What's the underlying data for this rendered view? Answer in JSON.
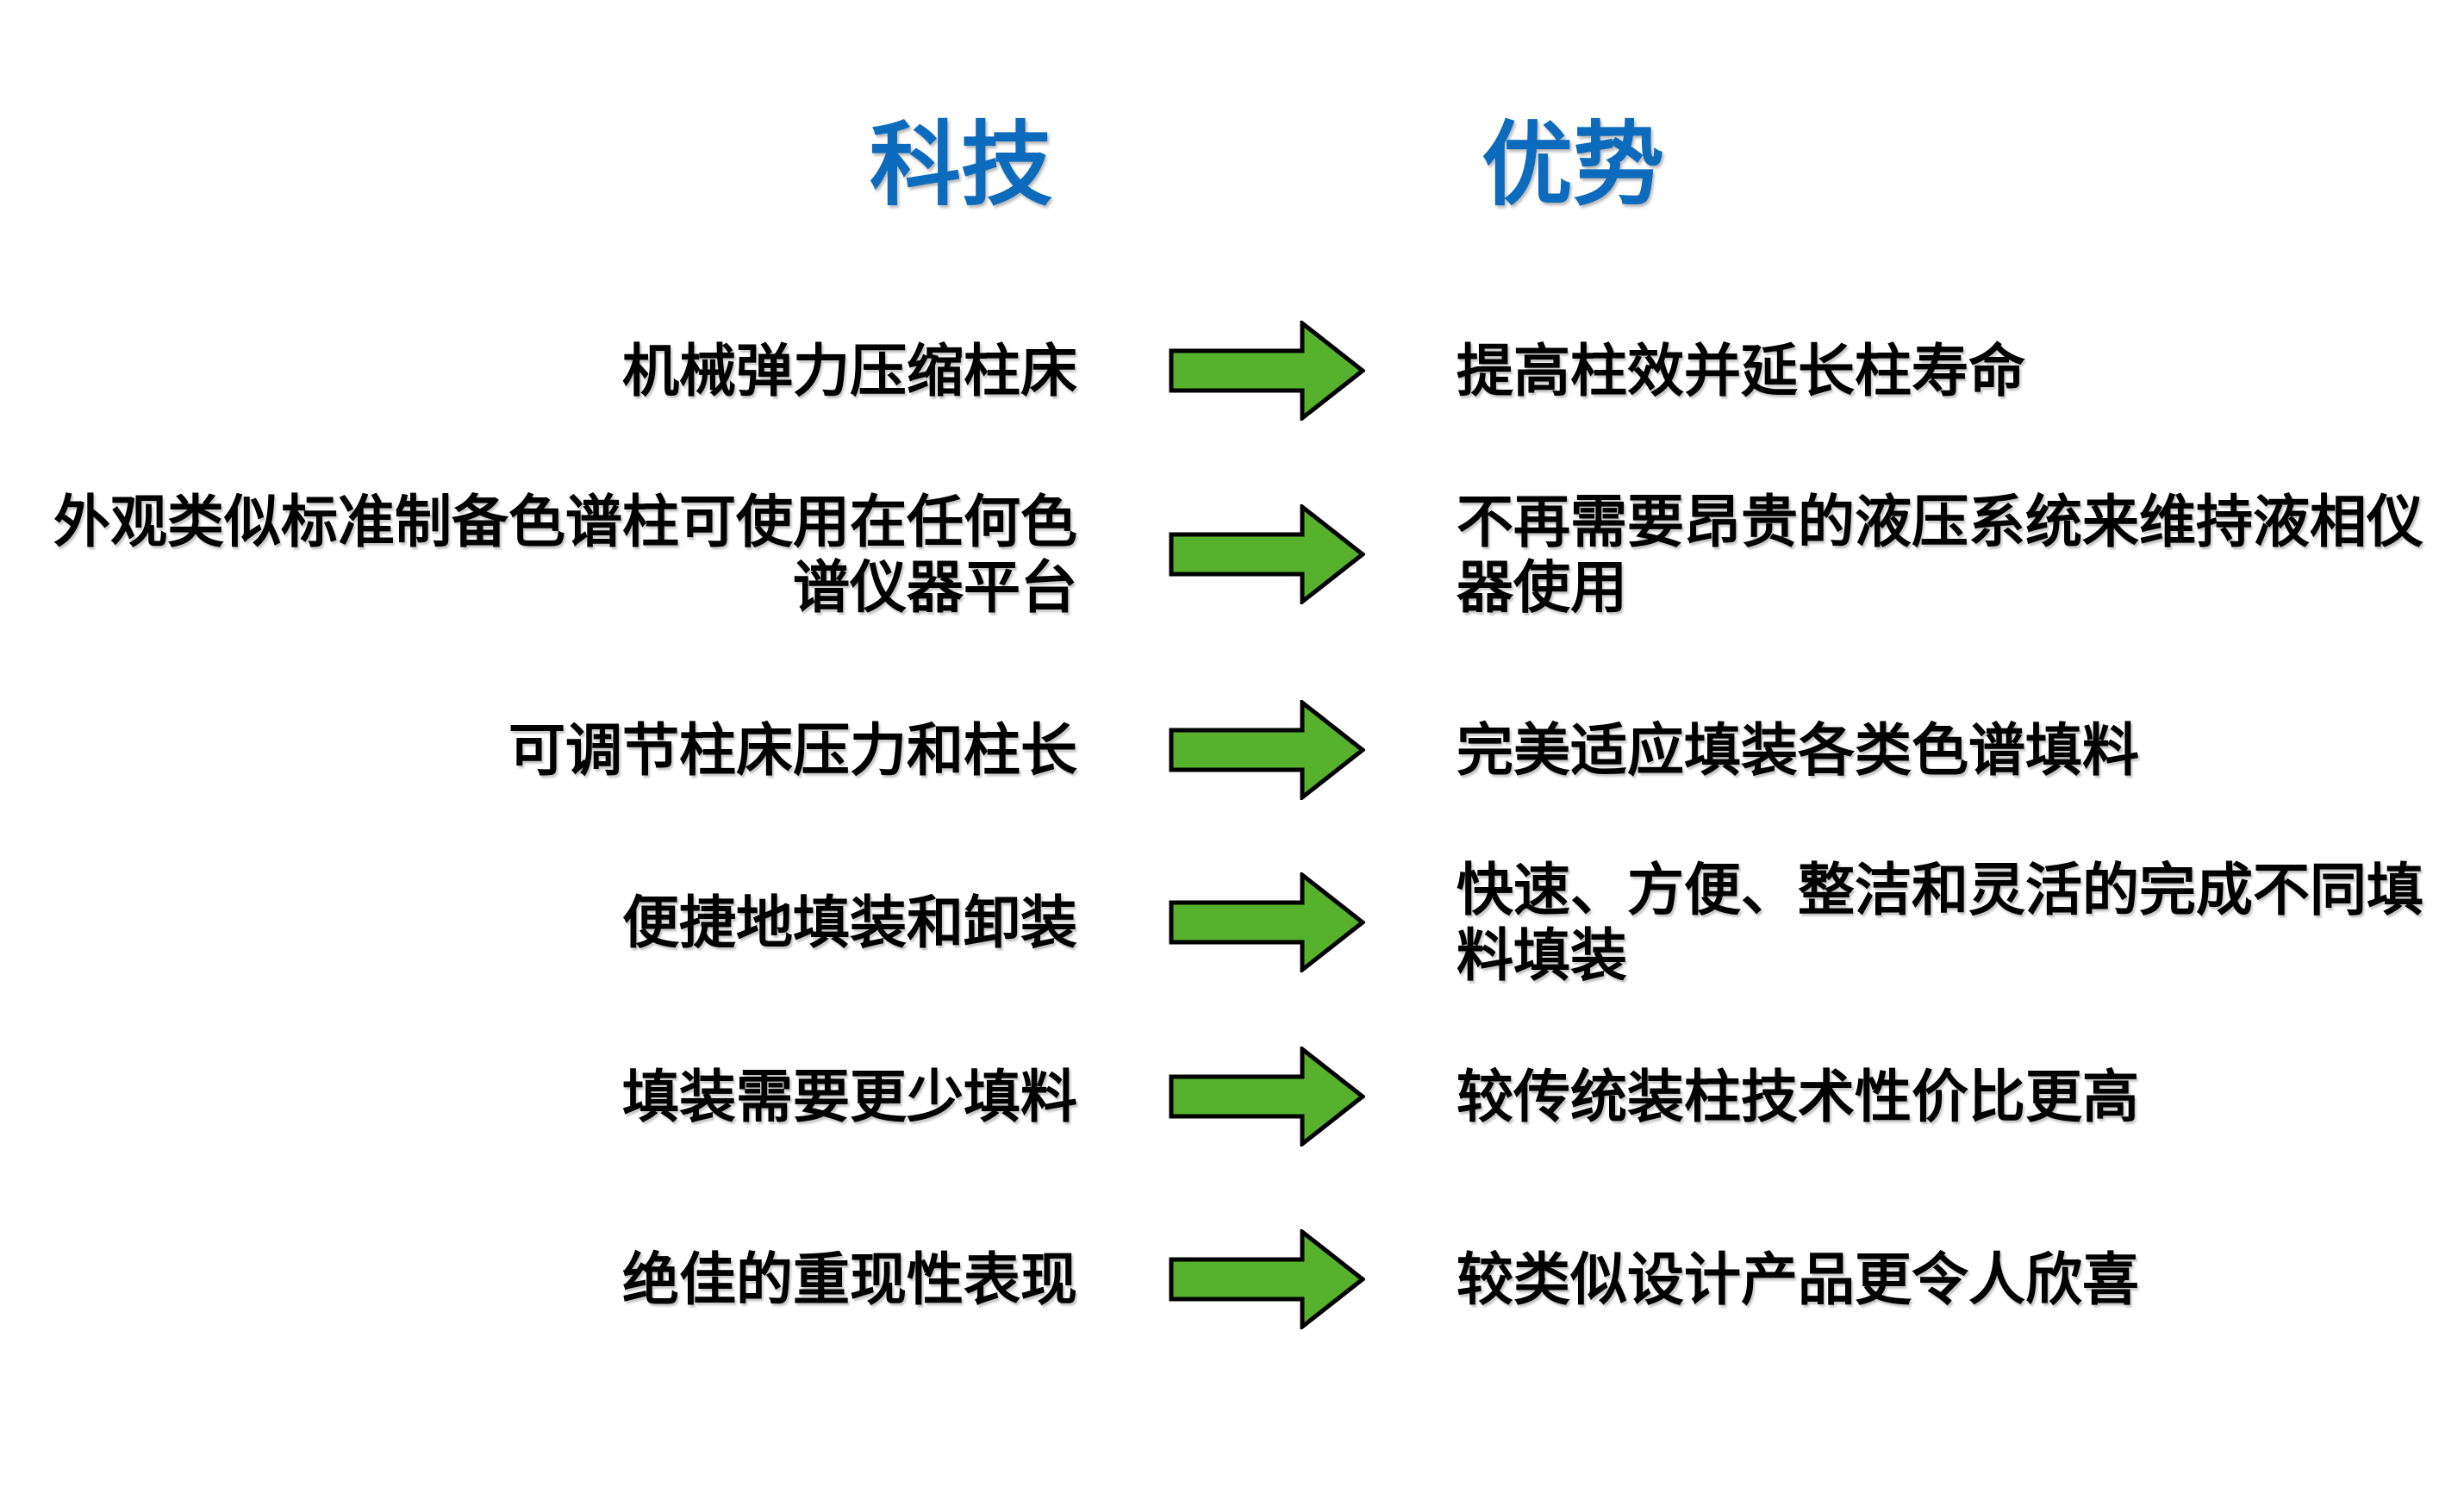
{
  "headers": {
    "tech": "科技",
    "advantage": "优势"
  },
  "colors": {
    "background": "#FFFFFF",
    "header_text": "#0D6BBD",
    "body_text": "#000000",
    "arrow_fill": "#56B22C",
    "arrow_outline": "#000000"
  },
  "arrow_icon": "right-block-arrow",
  "rows": [
    {
      "tech": "机械弹力压缩柱床",
      "advantage": "提高柱效并延长柱寿命"
    },
    {
      "tech": "外观类似标准制备色谱柱可使用在任何色\n谱仪器平台",
      "advantage": "不再需要昂贵的液压系统来维持液相仪\n器使用"
    },
    {
      "tech": "可调节柱床压力和柱长",
      "advantage": "完美适应填装各类色谱填料"
    },
    {
      "tech": "便捷地填装和卸装",
      "advantage": "快速、方便、整洁和灵活的完成不同填\n料填装"
    },
    {
      "tech": "填装需要更少填料",
      "advantage": "较传统装柱技术性价比更高"
    },
    {
      "tech": "绝佳的重现性表现",
      "advantage": "较类似设计产品更令人欣喜"
    }
  ]
}
